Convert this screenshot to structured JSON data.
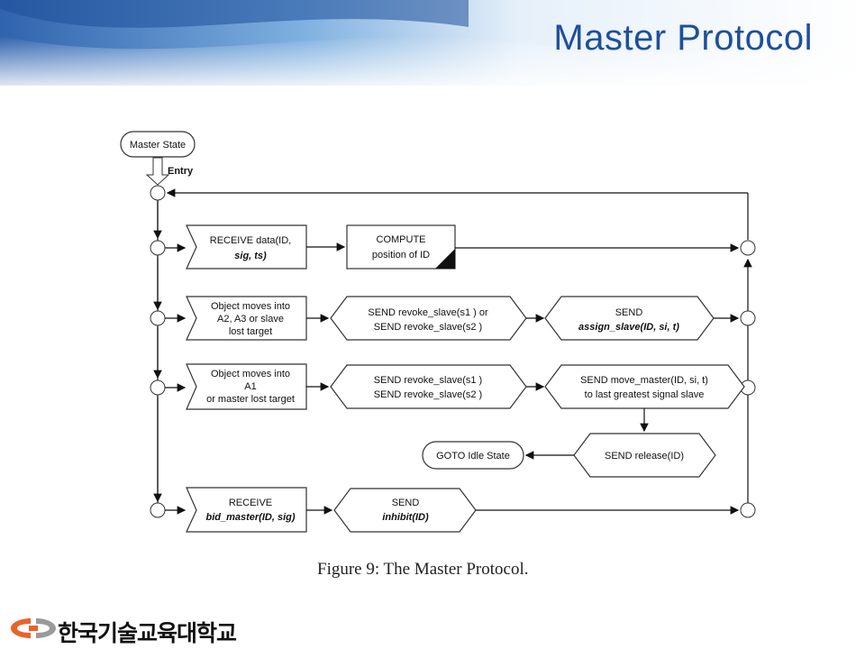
{
  "slide": {
    "title": "Master Protocol",
    "caption": "Figure 9:  The Master Protocol.",
    "footer_org": "한국기술교육대학교"
  },
  "diagram": {
    "start_state": "Master State",
    "entry_label": "Entry",
    "row1": {
      "receive": [
        "RECEIVE data(ID,",
        "sig, ts)"
      ],
      "compute": [
        "COMPUTE",
        "position of ID"
      ]
    },
    "row2": {
      "condition": [
        "Object moves into",
        "A2, A3 or slave",
        "lost target"
      ],
      "send_revoke": [
        "SEND revoke_slave(s1 ) or",
        "SEND revoke_slave(s2 )"
      ],
      "send_assign": [
        "SEND",
        "assign_slave(ID, si, t)"
      ]
    },
    "row3": {
      "condition": [
        "Object moves into",
        "A1",
        "or master lost target"
      ],
      "send_revoke": [
        "SEND revoke_slave(s1 )",
        "SEND revoke_slave(s2 )"
      ],
      "send_move": [
        "SEND move_master(ID, si, t)",
        "to last greatest signal slave"
      ],
      "send_release": "SEND release(ID)",
      "goto": "GOTO Idle State"
    },
    "row4": {
      "receive": [
        "RECEIVE",
        "bid_master(ID, sig)"
      ],
      "send_inhibit": [
        "SEND",
        "inhibit(ID)"
      ]
    }
  },
  "colors": {
    "title": "#1f4f9a",
    "header_band": "#3f7fc8",
    "logo_orange": "#e8632a",
    "logo_gray": "#9a9a9a"
  }
}
